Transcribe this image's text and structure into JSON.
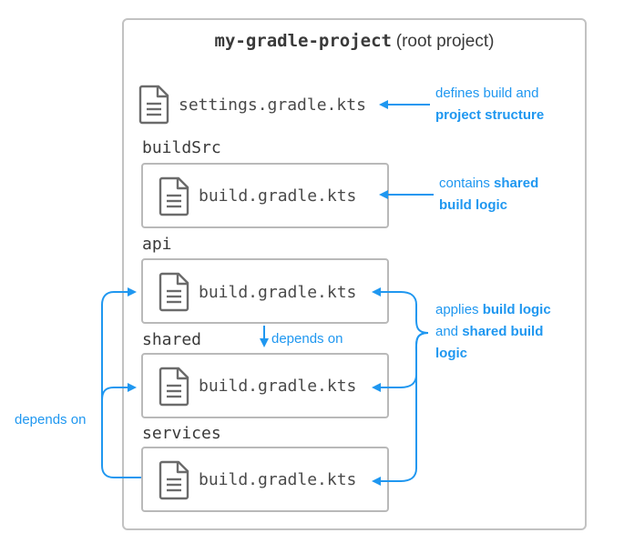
{
  "root": {
    "project_name": "my-gradle-project",
    "project_suffix": "(root project)"
  },
  "settings_file": "settings.gradle.kts",
  "modules": [
    {
      "name": "buildSrc",
      "file": "build.gradle.kts"
    },
    {
      "name": "api",
      "file": "build.gradle.kts"
    },
    {
      "name": "shared",
      "file": "build.gradle.kts"
    },
    {
      "name": "services",
      "file": "build.gradle.kts"
    }
  ],
  "annotations": {
    "settings_line1": "defines build and",
    "settings_line2": "project structure",
    "buildsrc_line1_a": "contains ",
    "buildsrc_line1_b": "shared",
    "buildsrc_line2": "build logic",
    "applies_line1_a": "applies ",
    "applies_line1_b": "build logic",
    "applies_line2_a": "and ",
    "applies_line2_b": "shared build",
    "applies_line3": "logic",
    "depends_on_inner": "depends on",
    "depends_on_outer": "depends on"
  },
  "colors": {
    "accent": "#1f97f0",
    "border": "#c2c2c2",
    "text": "#3a3a3a"
  },
  "icons": [
    "document-icon"
  ]
}
